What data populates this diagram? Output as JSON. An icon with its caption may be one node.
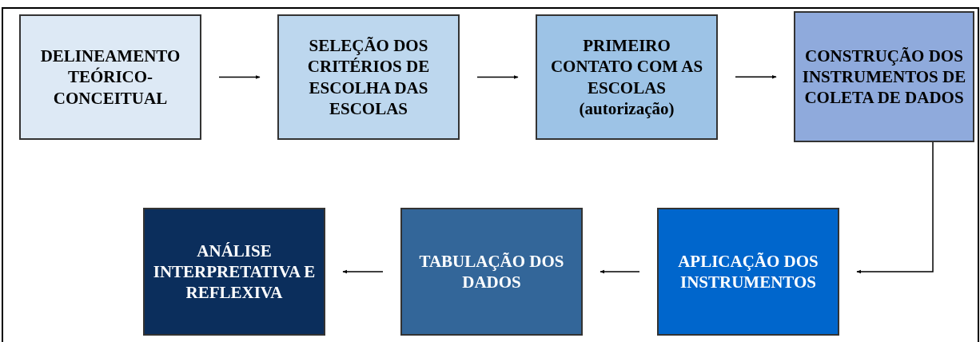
{
  "diagram": {
    "nodes": [
      {
        "text": [
          "DELINEAMENTO TEÓRICO-CONCEITUAL"
        ]
      },
      {
        "text": [
          "SELEÇÃO DOS CRITÉRIOS DE ESCOLHA DAS ESCOLAS"
        ]
      },
      {
        "text": [
          "PRIMEIRO CONTATO COM AS ESCOLAS (autorização)"
        ]
      },
      {
        "text": [
          "CONSTRUÇÃO DOS INSTRUMENTOS DE COLETA DE DADOS"
        ]
      },
      {
        "text": [
          "APLICAÇÃO DOS INSTRUMENTOS"
        ]
      },
      {
        "text": [
          "TABULAÇÃO DOS DADOS"
        ]
      },
      {
        "text": [
          "ANÁLISE INTERPRETATIVA E REFLEXIVA"
        ]
      }
    ],
    "edges": [
      {
        "from": 0,
        "to": 1,
        "arrow": "to"
      },
      {
        "from": 1,
        "to": 2,
        "arrow": "to"
      },
      {
        "from": 2,
        "to": 3,
        "arrow": "to"
      },
      {
        "from": 3,
        "to": 4,
        "arrow": "to"
      },
      {
        "from": 4,
        "to": 5,
        "arrow": "to"
      },
      {
        "from": 5,
        "to": 6,
        "arrow": "to"
      }
    ]
  }
}
